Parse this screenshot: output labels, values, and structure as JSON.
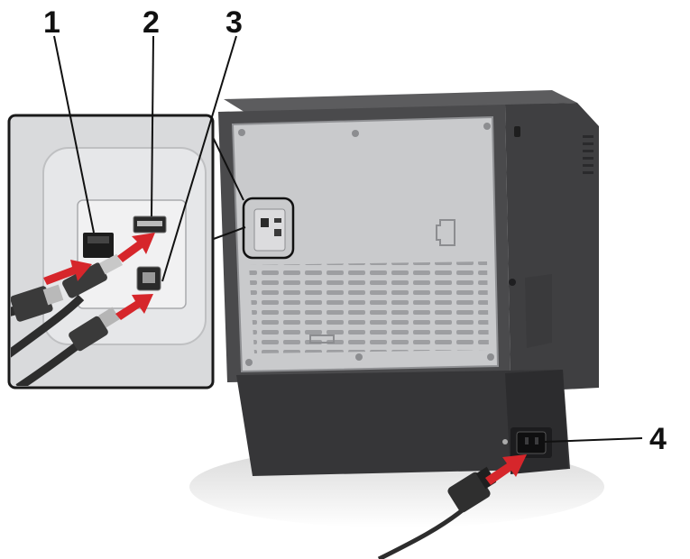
{
  "callouts": [
    {
      "label": "1",
      "target": "ethernet-port"
    },
    {
      "label": "2",
      "target": "usb-port"
    },
    {
      "label": "3",
      "target": "usb-printer-port"
    },
    {
      "label": "4",
      "target": "power-cord-socket"
    }
  ],
  "colors": {
    "printer_body": "#4a4a4c",
    "printer_body_dark": "#363638",
    "printer_top": "#5c5c5e",
    "panel": "#c9cacc",
    "inset_bg": "#d9dadc",
    "arrow": "#d6262b",
    "cable": "#2d2d2d",
    "outline": "#1a1a1a"
  }
}
